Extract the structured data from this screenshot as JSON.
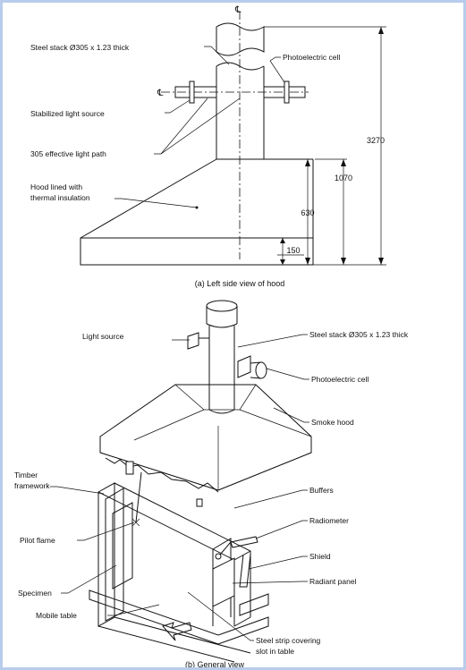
{
  "figure_a": {
    "labels": {
      "steel_stack": "Steel stack Ø305 x 1.23 thick",
      "photoelectric_cell": "Photoelectric cell",
      "stabilized_light_source": "Stabilized light source",
      "effective_light_path": "305 effective light path",
      "hood_line1": "Hood lined with",
      "hood_line2": "thermal insulation"
    },
    "centerline_symbol": "℄",
    "dimensions": {
      "d3270": "3270",
      "d1070": "1070",
      "d630": "630",
      "d150": "150"
    },
    "caption": "(a) Left side view of hood"
  },
  "figure_b": {
    "labels": {
      "light_source": "Light source",
      "steel_stack": "Steel stack Ø305 x 1.23 thick",
      "photoelectric_cell": "Photoelectric cell",
      "smoke_hood": "Smoke hood",
      "timber_line1": "Timber",
      "timber_line2": "framework",
      "buffers": "Buffers",
      "radiometer": "Radiometer",
      "pilot_flame": "Pilot flame",
      "shield": "Shield",
      "radiant_panel": "Radiant panel",
      "specimen": "Specimen",
      "mobile_table": "Mobile table",
      "steel_strip_line1": "Steel strip covering",
      "steel_strip_line2": "slot in table"
    },
    "caption": "(b) General view"
  }
}
